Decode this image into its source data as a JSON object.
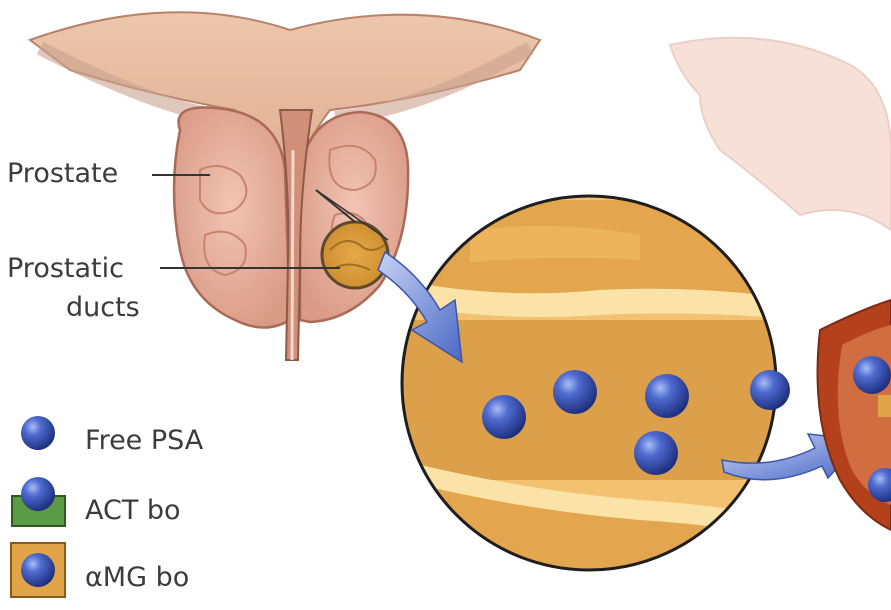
{
  "labels": {
    "prostate": "Prostate",
    "prostatic_ducts_line1": "Prostatic",
    "prostatic_ducts_line2": "ducts"
  },
  "legend": {
    "free_psa": "Free PSA",
    "act_bound": "ACT bo",
    "amg_bound": "αMG bo"
  },
  "colors": {
    "psa_sphere": "#3a55b8",
    "act_block": "#5b9b45",
    "amg_block": "#e2a448",
    "duct_fill": "#d99a3a",
    "tissue": "#e8b2a0",
    "arrow": "#5f7fd0"
  }
}
